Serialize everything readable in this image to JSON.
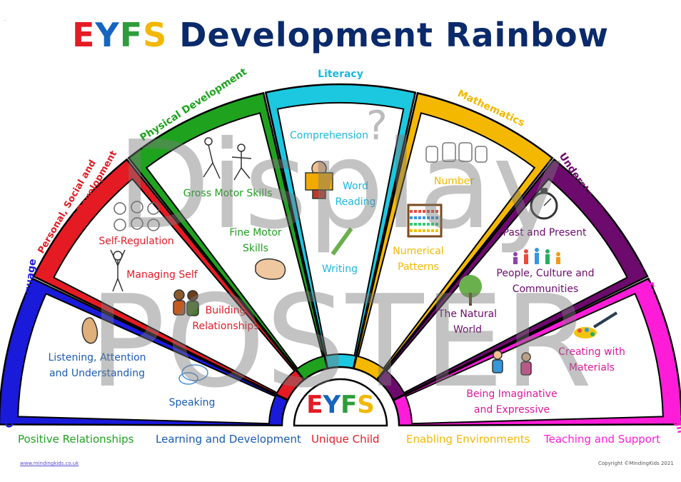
{
  "title": {
    "e": "E",
    "y": "Y",
    "f": "F",
    "s": "S",
    "rest": "Development Rainbow"
  },
  "watermark": {
    "line1": "Display",
    "line2": "POSTER"
  },
  "center_logo": {
    "e": "E",
    "y": "Y",
    "f": "F",
    "s": "S"
  },
  "colors": {
    "communication": "#1a1adb",
    "personal": "#e51b24",
    "physical": "#1fa31f",
    "literacy": "#1bd3d8",
    "mathematics": "#f5b800",
    "understanding": "#6d0a6d",
    "expressive": "#ff1cd9"
  },
  "areas": [
    {
      "key": "communication",
      "label": "Communication and Language",
      "color": "#1a1adb"
    },
    {
      "key": "personal",
      "label1": "Personal, Social and",
      "label2": "Emotional Development",
      "color": "#e51b24"
    },
    {
      "key": "physical",
      "label": "Physical Development",
      "color": "#1fa31f"
    },
    {
      "key": "literacy",
      "label": "Literacy",
      "color": "#1bc8e0"
    },
    {
      "key": "mathematics",
      "label": "Mathematics",
      "color": "#f5b800"
    },
    {
      "key": "understanding",
      "label": "Understanding the World",
      "color": "#6d0a6d"
    },
    {
      "key": "expressive",
      "label": "Expressive Arts and Design",
      "color": "#ff1cd9"
    }
  ],
  "skills": {
    "listening1": "Listening, Attention",
    "listening2": "and Understanding",
    "speaking": "Speaking",
    "self_regulation": "Self-Regulation",
    "managing_self": "Managing Self",
    "building1": "Building",
    "building2": "Relationships",
    "gross_motor": "Gross Motor Skills",
    "fine_motor1": "Fine Motor",
    "fine_motor2": "Skills",
    "comprehension": "Comprehension",
    "word_reading1": "Word",
    "word_reading2": "Reading",
    "writing": "Writing",
    "number": "Number",
    "numerical1": "Numerical",
    "numerical2": "Patterns",
    "past_present": "Past and Present",
    "people1": "People, Culture and",
    "people2": "Communities",
    "natural1": "The Natural",
    "natural2": "World",
    "creating1": "Creating with",
    "creating2": "Materials",
    "imaginative1": "Being Imaginative",
    "imaginative2": "and Expressive"
  },
  "footer": {
    "positive": "Positive Relationships",
    "learning": "Learning and Development",
    "unique": "Unique Child",
    "enabling": "Enabling Environments",
    "teaching": "Teaching and Support"
  },
  "website": "www.mindingkids.co.uk",
  "copyright": "Copyright ©MindingKids 2021"
}
